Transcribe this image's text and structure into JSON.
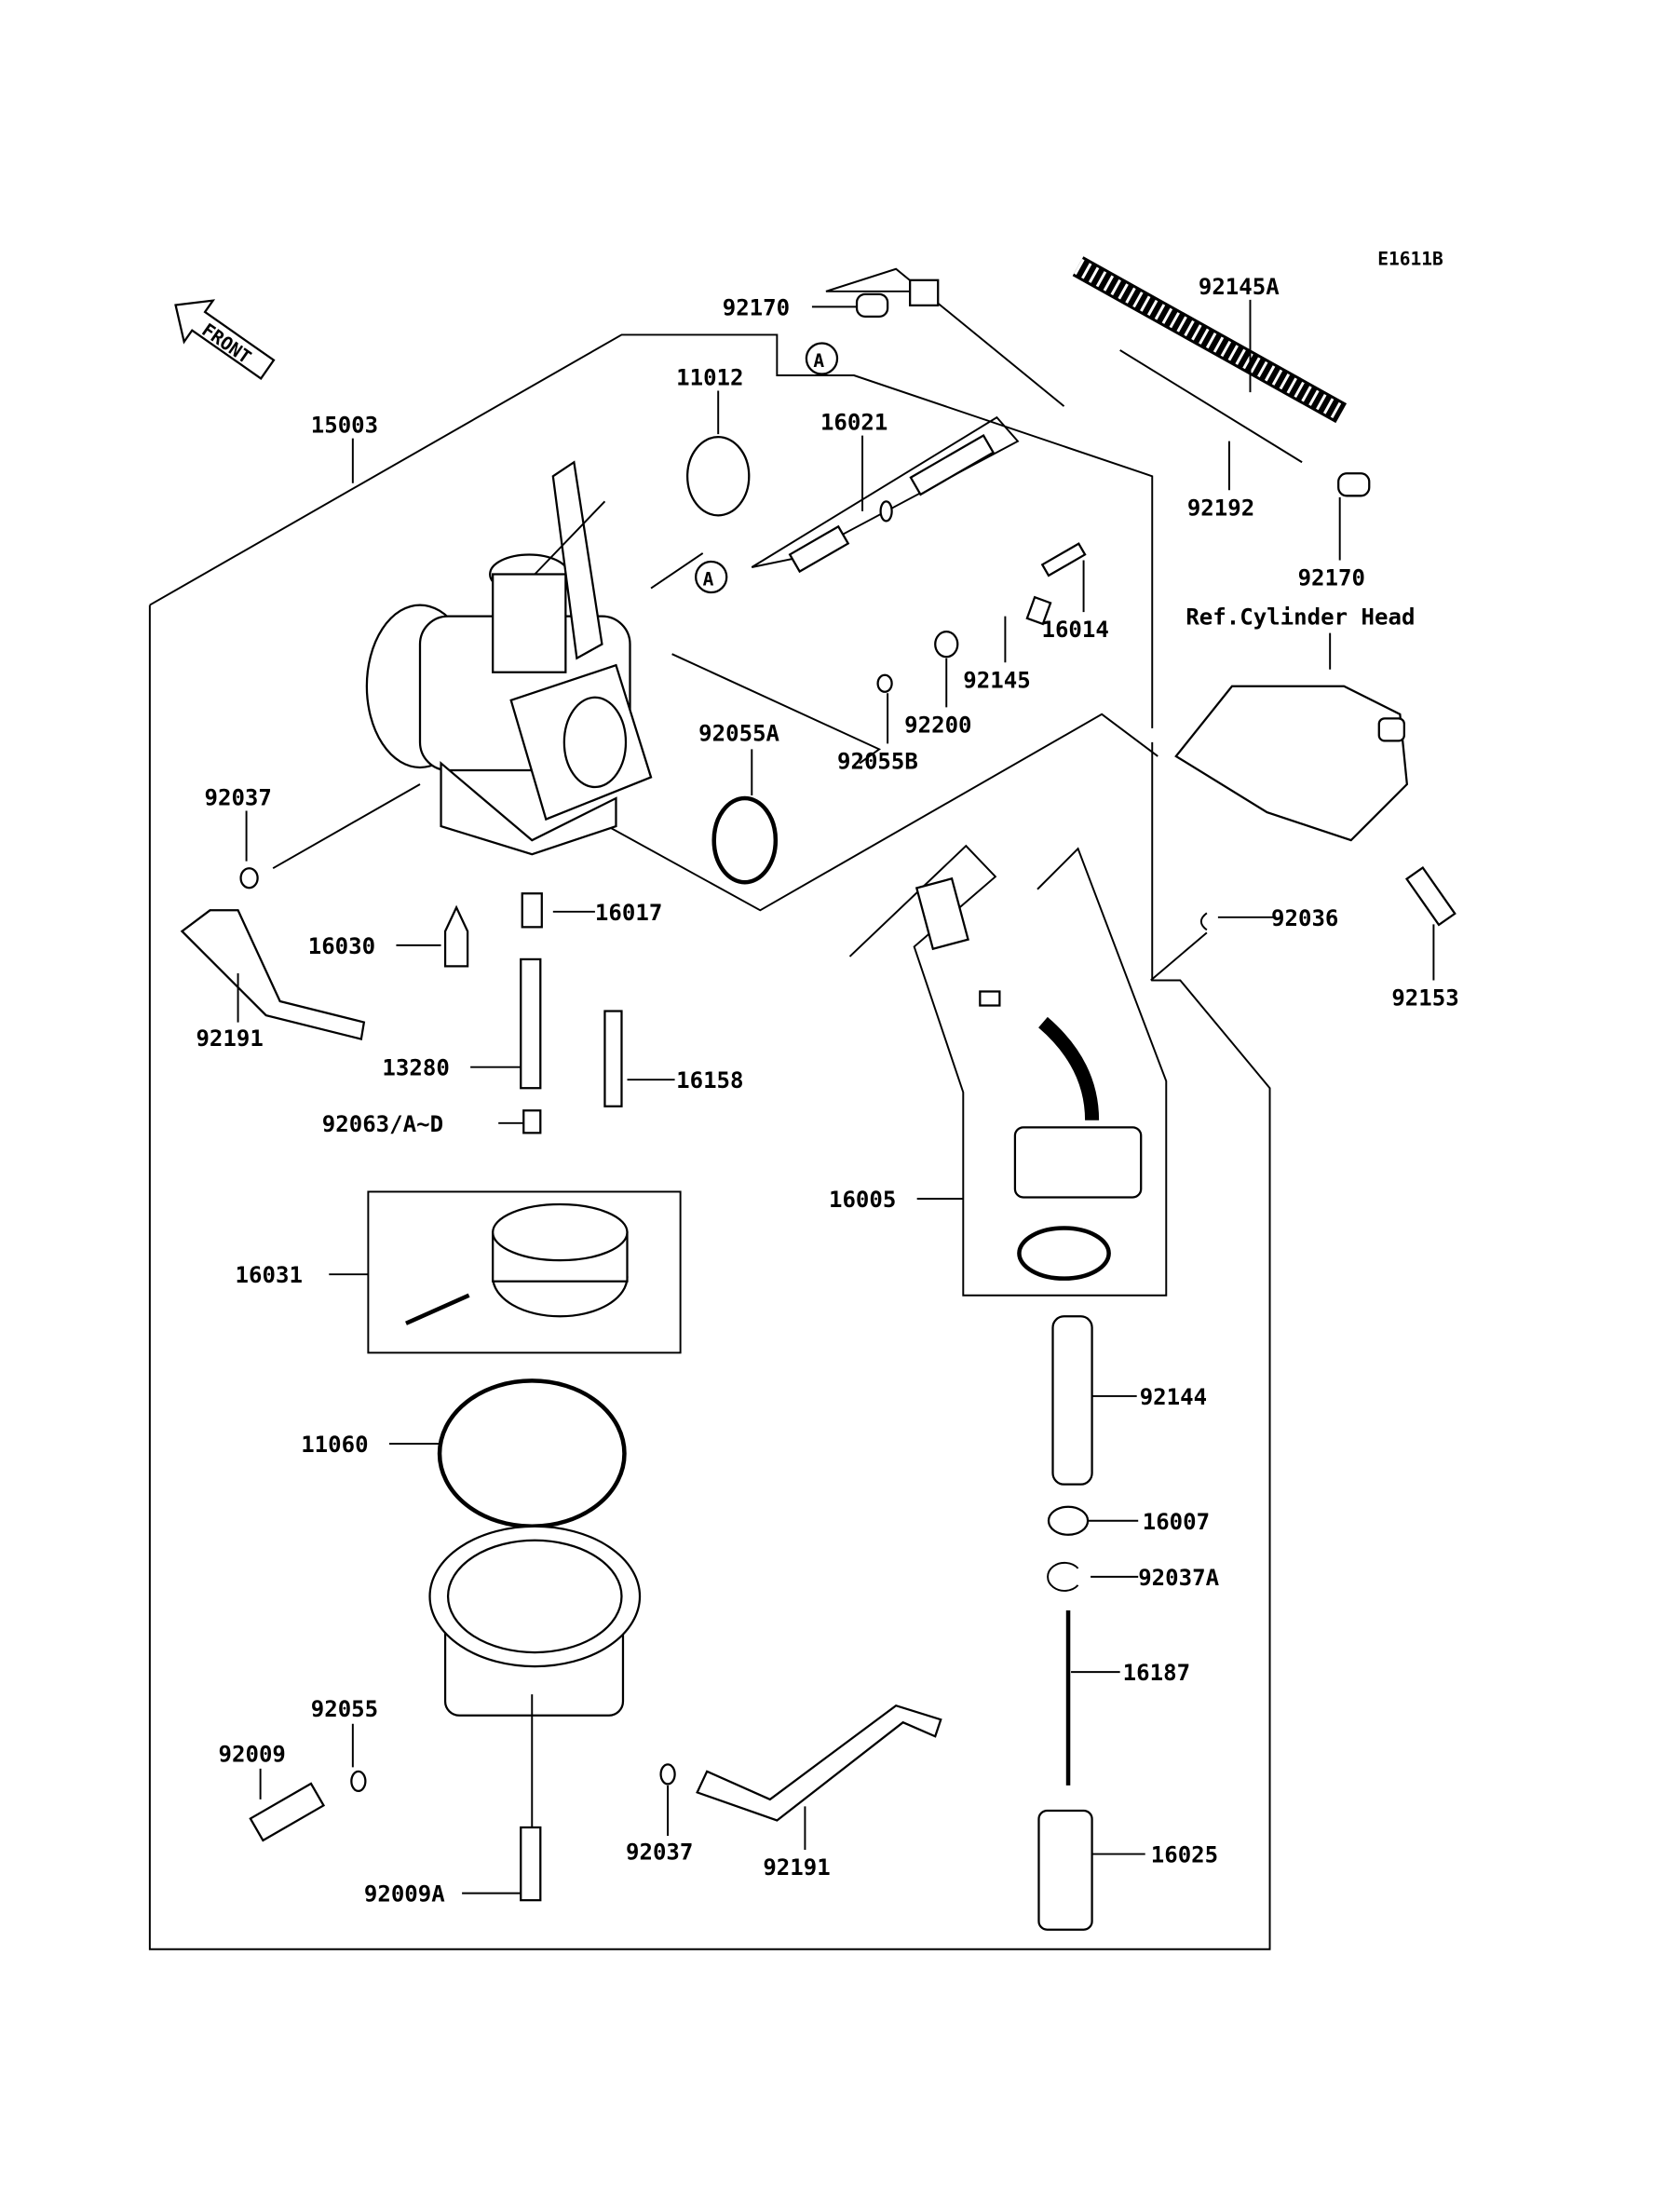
{
  "diagram_code": "E1611B",
  "front_indicator": "FRONT",
  "reference_note": "Ref.Cylinder Head",
  "callout_letter": "A",
  "parts": {
    "p92145A": "92145A",
    "p92170_top": "92170",
    "p11012": "11012",
    "p15003": "15003",
    "p16021": "16021",
    "p92192": "92192",
    "p92170_right": "92170",
    "p16014": "16014",
    "p92145": "92145",
    "p92200": "92200",
    "p92055A": "92055A",
    "p92055B": "92055B",
    "p92037_top": "92037",
    "p16017": "16017",
    "p92036": "92036",
    "p16030": "16030",
    "p92153": "92153",
    "p92191_top": "92191",
    "p13280": "13280",
    "p16158": "16158",
    "p92063": "92063/A~D",
    "p16005": "16005",
    "p16031": "16031",
    "p92144": "92144",
    "p11060": "11060",
    "p16007": "16007",
    "p92037A": "92037A",
    "p16187": "16187",
    "p92055": "92055",
    "p92009": "92009",
    "p92037_bottom": "92037",
    "p92191_bottom": "92191",
    "p16025": "16025",
    "p92009A": "92009A"
  }
}
